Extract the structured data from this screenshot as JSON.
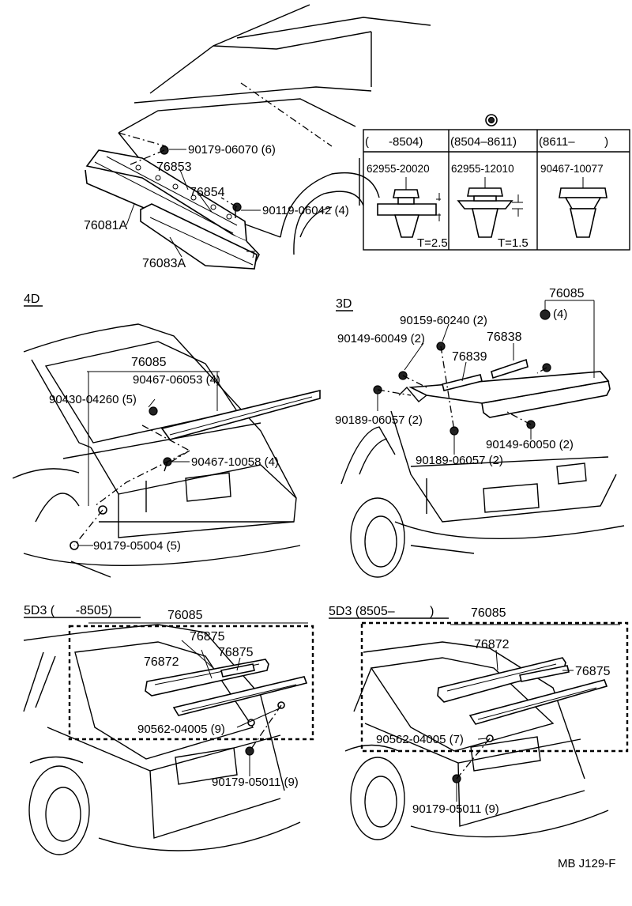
{
  "top": {
    "labels": {
      "p90179_06070": "90179-06070 (6)",
      "p76853": "76853",
      "p76854": "76854",
      "p90119_06042": "90119-06042 (4)",
      "p76081A": "76081A",
      "p76083A": "76083A"
    }
  },
  "table": {
    "headers": [
      "(      -8504)",
      "(8504–8611)",
      "(8611–         )"
    ],
    "parts": [
      "62955-20020",
      "62955-12010",
      "90467-10077"
    ],
    "thickness": [
      "T=2.5",
      "T=1.5"
    ]
  },
  "sec_4d": {
    "title": "4D",
    "labels": {
      "p76085": "76085",
      "p90467_06053": "90467-06053 (4)",
      "p90430_04260": "90430-04260 (5)",
      "p90467_10058": "90467-10058 (4)",
      "p90179_05004": "90179-05004 (5)"
    }
  },
  "sec_3d": {
    "title": "3D",
    "labels": {
      "p76085": "76085",
      "p4": "(4)",
      "p90159_60240": "90159-60240 (2)",
      "p90149_60049": "90149-60049 (2)",
      "p76838": "76838",
      "p76839": "76839",
      "p90189_06057a": "90189-06057 (2)",
      "p90149_60050": "90149-60050 (2)",
      "p90189_06057b": "90189-06057 (2)"
    }
  },
  "sec_5d3a": {
    "title": "5D3 (      -8505)",
    "labels": {
      "p76085": "76085",
      "p76875a": "76875",
      "p76872": "76872",
      "p76875b": "76875",
      "p90562_04005": "90562-04005 (9)",
      "p90179_05011": "90179-05011 (9)"
    }
  },
  "sec_5d3b": {
    "title": "5D3 (8505–          )",
    "labels": {
      "p76085": "76085",
      "p76872": "76872",
      "p76875": "76875",
      "p90562_04005": "90562-04005 (7)",
      "p90179_05011": "90179-05011 (9)"
    }
  },
  "footer": {
    "code": "MB J129-F"
  }
}
